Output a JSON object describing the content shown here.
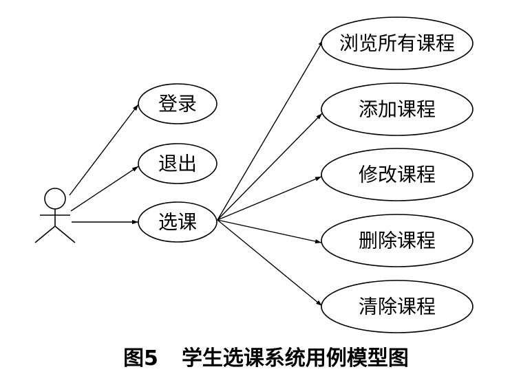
{
  "diagram": {
    "actor": {},
    "use_cases": {
      "login": "登录",
      "logout": "退出",
      "select_course": "选课",
      "browse_all_courses": "浏览所有课程",
      "add_course": "添加课程",
      "modify_course": "修改课程",
      "delete_course": "删除课程",
      "clear_course": "清除课程"
    },
    "edges": [
      [
        "actor",
        "login"
      ],
      [
        "actor",
        "logout"
      ],
      [
        "actor",
        "select_course"
      ],
      [
        "select_course",
        "browse_all_courses"
      ],
      [
        "select_course",
        "add_course"
      ],
      [
        "select_course",
        "modify_course"
      ],
      [
        "select_course",
        "delete_course"
      ],
      [
        "select_course",
        "clear_course"
      ]
    ]
  },
  "caption": {
    "figure_number": "图5",
    "title": "学生选课系统用例模型图"
  }
}
